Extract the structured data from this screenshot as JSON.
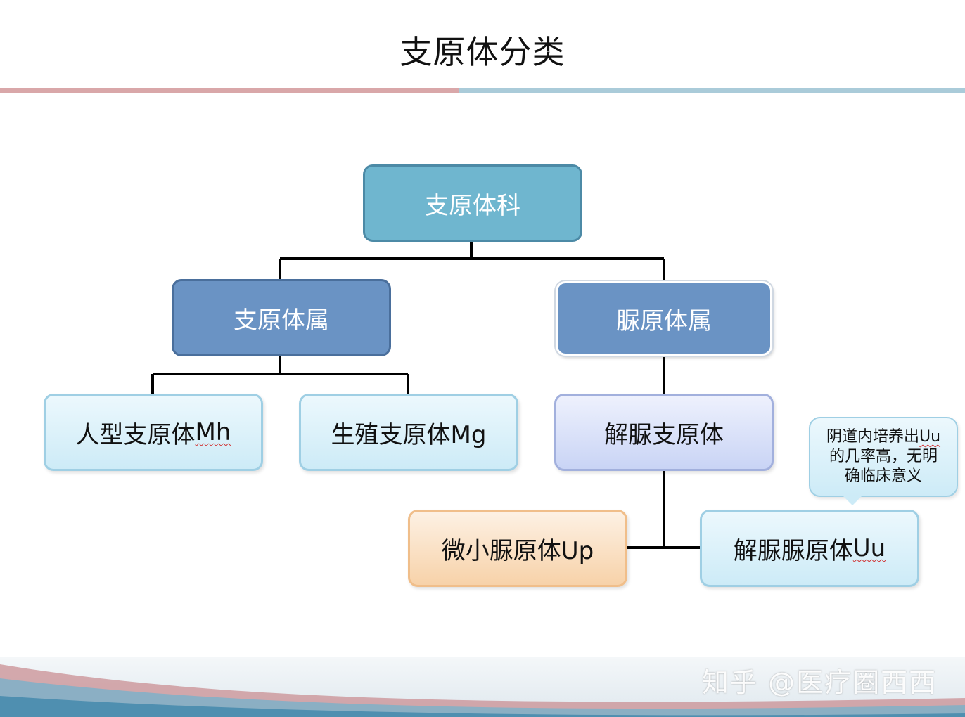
{
  "title": "支原体分类",
  "nodes": {
    "root": "支原体科",
    "genus_mycoplasma": "支原体属",
    "genus_ureaplasma": "脲原体属",
    "mh": {
      "prefix": "人型支原体",
      "suffix": "Mh"
    },
    "mg": "生殖支原体Mg",
    "uu_parent": "解脲支原体",
    "up": "微小脲原体Up",
    "uu": {
      "prefix": "解脲脲原体",
      "suffix": "Uu"
    }
  },
  "callout": {
    "line1_prefix": "阴道内培养出",
    "line1_suffix": "Uu",
    "line2": "的几率高，无明",
    "line3": "确临床意义"
  },
  "watermark": "知乎 @医疗圈西西",
  "colors": {
    "root": "#6fb6cf",
    "genus": "#6a93c4",
    "leaf_light_blue": "#cdebf7",
    "leaf_lavender": "#c9d4f5",
    "leaf_orange": "#f7d2a9",
    "rule_left": "#d9a7a9",
    "rule_right": "#aacbd9"
  }
}
